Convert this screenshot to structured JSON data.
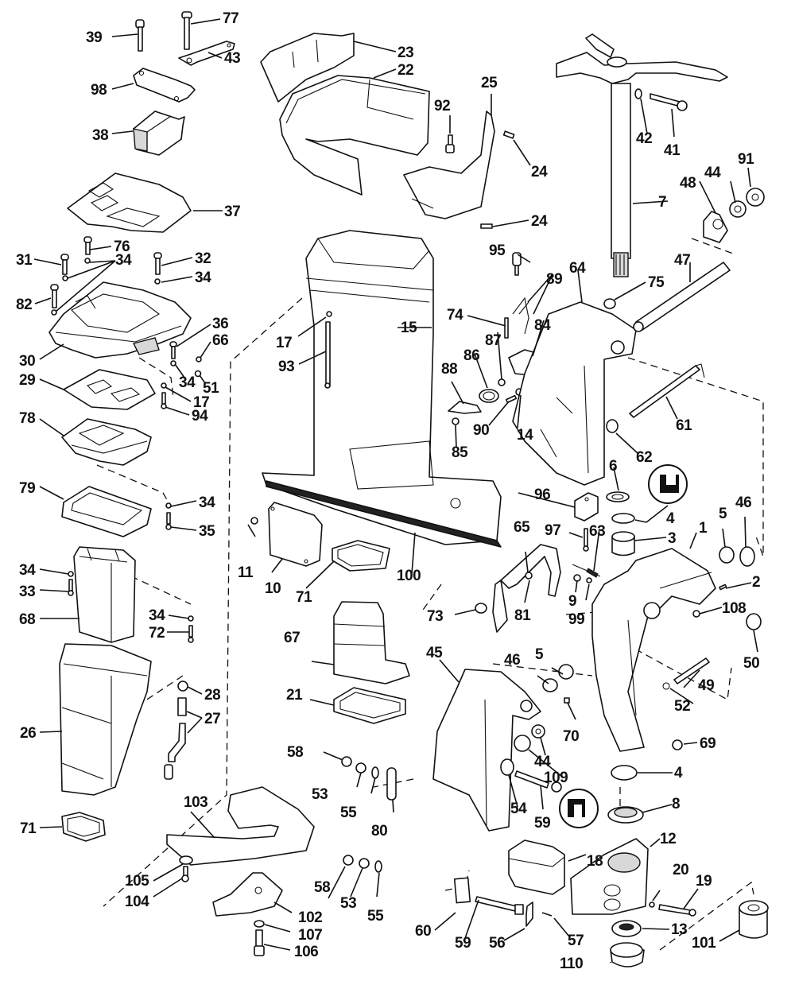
{
  "diagram": {
    "title": "Outboard midsection / exhaust housing exploded parts view",
    "text_color": "#111111",
    "background": "#ffffff",
    "callouts": [
      {
        "id": "c39",
        "label": "39"
      },
      {
        "id": "c77",
        "label": "77"
      },
      {
        "id": "c43",
        "label": "43"
      },
      {
        "id": "c98",
        "label": "98"
      },
      {
        "id": "c38",
        "label": "38"
      },
      {
        "id": "c37",
        "label": "37"
      },
      {
        "id": "c76",
        "label": "76"
      },
      {
        "id": "c31",
        "label": "31"
      },
      {
        "id": "c34a",
        "label": "34"
      },
      {
        "id": "c32",
        "label": "32"
      },
      {
        "id": "c34b",
        "label": "34"
      },
      {
        "id": "c82",
        "label": "82"
      },
      {
        "id": "c36",
        "label": "36"
      },
      {
        "id": "c66",
        "label": "66"
      },
      {
        "id": "c30",
        "label": "30"
      },
      {
        "id": "c34c",
        "label": "34"
      },
      {
        "id": "c51",
        "label": "51"
      },
      {
        "id": "c29",
        "label": "29"
      },
      {
        "id": "c17a",
        "label": "17"
      },
      {
        "id": "c94",
        "label": "94"
      },
      {
        "id": "c78",
        "label": "78"
      },
      {
        "id": "c79",
        "label": "79"
      },
      {
        "id": "c34d",
        "label": "34"
      },
      {
        "id": "c35",
        "label": "35"
      },
      {
        "id": "c34e",
        "label": "34"
      },
      {
        "id": "c33",
        "label": "33"
      },
      {
        "id": "c68",
        "label": "68"
      },
      {
        "id": "c34f",
        "label": "34"
      },
      {
        "id": "c72",
        "label": "72"
      },
      {
        "id": "c28",
        "label": "28"
      },
      {
        "id": "c26",
        "label": "26"
      },
      {
        "id": "c27",
        "label": "27"
      },
      {
        "id": "c71a",
        "label": "71"
      },
      {
        "id": "c23",
        "label": "23"
      },
      {
        "id": "c22",
        "label": "22"
      },
      {
        "id": "c25",
        "label": "25"
      },
      {
        "id": "c92",
        "label": "92"
      },
      {
        "id": "c24a",
        "label": "24"
      },
      {
        "id": "c24b",
        "label": "24"
      },
      {
        "id": "c42",
        "label": "42"
      },
      {
        "id": "c41",
        "label": "41"
      },
      {
        "id": "c91",
        "label": "91"
      },
      {
        "id": "c44a",
        "label": "44"
      },
      {
        "id": "c48",
        "label": "48"
      },
      {
        "id": "c7",
        "label": "7"
      },
      {
        "id": "c95",
        "label": "95"
      },
      {
        "id": "c89",
        "label": "89"
      },
      {
        "id": "c64",
        "label": "64"
      },
      {
        "id": "c75",
        "label": "75"
      },
      {
        "id": "c47",
        "label": "47"
      },
      {
        "id": "c74",
        "label": "74"
      },
      {
        "id": "c17b",
        "label": "17"
      },
      {
        "id": "c15",
        "label": "15"
      },
      {
        "id": "c84",
        "label": "84"
      },
      {
        "id": "c93",
        "label": "93"
      },
      {
        "id": "c87",
        "label": "87"
      },
      {
        "id": "c86",
        "label": "86"
      },
      {
        "id": "c88",
        "label": "88"
      },
      {
        "id": "c14",
        "label": "14"
      },
      {
        "id": "c90",
        "label": "90"
      },
      {
        "id": "c85",
        "label": "85"
      },
      {
        "id": "c61",
        "label": "61"
      },
      {
        "id": "c62",
        "label": "62"
      },
      {
        "id": "c6",
        "label": "6"
      },
      {
        "id": "c96",
        "label": "96"
      },
      {
        "id": "c11",
        "label": "11"
      },
      {
        "id": "c10",
        "label": "10"
      },
      {
        "id": "c71b",
        "label": "71"
      },
      {
        "id": "c100",
        "label": "100"
      },
      {
        "id": "c4a",
        "label": "4"
      },
      {
        "id": "c5a",
        "label": "5"
      },
      {
        "id": "c46a",
        "label": "46"
      },
      {
        "id": "c97",
        "label": "97"
      },
      {
        "id": "c63",
        "label": "63"
      },
      {
        "id": "c3",
        "label": "3"
      },
      {
        "id": "c65",
        "label": "65"
      },
      {
        "id": "c1",
        "label": "1"
      },
      {
        "id": "c2",
        "label": "2"
      },
      {
        "id": "c9",
        "label": "9"
      },
      {
        "id": "c99",
        "label": "99"
      },
      {
        "id": "c108",
        "label": "108"
      },
      {
        "id": "c73",
        "label": "73"
      },
      {
        "id": "c81",
        "label": "81"
      },
      {
        "id": "c50",
        "label": "50"
      },
      {
        "id": "c67",
        "label": "67"
      },
      {
        "id": "c45",
        "label": "45"
      },
      {
        "id": "c46b",
        "label": "46"
      },
      {
        "id": "c5b",
        "label": "5"
      },
      {
        "id": "c49",
        "label": "49"
      },
      {
        "id": "c52",
        "label": "52"
      },
      {
        "id": "c21",
        "label": "21"
      },
      {
        "id": "c70",
        "label": "70"
      },
      {
        "id": "c69",
        "label": "69"
      },
      {
        "id": "c58a",
        "label": "58"
      },
      {
        "id": "c44b",
        "label": "44"
      },
      {
        "id": "c109",
        "label": "109"
      },
      {
        "id": "c53a",
        "label": "53"
      },
      {
        "id": "c55a",
        "label": "55"
      },
      {
        "id": "c80",
        "label": "80"
      },
      {
        "id": "c54",
        "label": "54"
      },
      {
        "id": "c59a",
        "label": "59"
      },
      {
        "id": "c4b",
        "label": "4"
      },
      {
        "id": "c8",
        "label": "8"
      },
      {
        "id": "c103",
        "label": "103"
      },
      {
        "id": "c12",
        "label": "12"
      },
      {
        "id": "c18",
        "label": "18"
      },
      {
        "id": "c105",
        "label": "105"
      },
      {
        "id": "c104",
        "label": "104"
      },
      {
        "id": "c58b",
        "label": "58"
      },
      {
        "id": "c53b",
        "label": "53"
      },
      {
        "id": "c55b",
        "label": "55"
      },
      {
        "id": "c20",
        "label": "20"
      },
      {
        "id": "c19",
        "label": "19"
      },
      {
        "id": "c102",
        "label": "102"
      },
      {
        "id": "c107",
        "label": "107"
      },
      {
        "id": "c60",
        "label": "60"
      },
      {
        "id": "c59b",
        "label": "59"
      },
      {
        "id": "c56",
        "label": "56"
      },
      {
        "id": "c57",
        "label": "57"
      },
      {
        "id": "c13",
        "label": "13"
      },
      {
        "id": "c101",
        "label": "101"
      },
      {
        "id": "c106",
        "label": "106"
      },
      {
        "id": "c110",
        "label": "110"
      }
    ],
    "symbols": [
      {
        "name": "seal-symbol-upper",
        "meaning": "seal / lubricate symbol"
      },
      {
        "name": "seal-symbol-lower",
        "meaning": "seal / lubricate symbol"
      }
    ]
  }
}
